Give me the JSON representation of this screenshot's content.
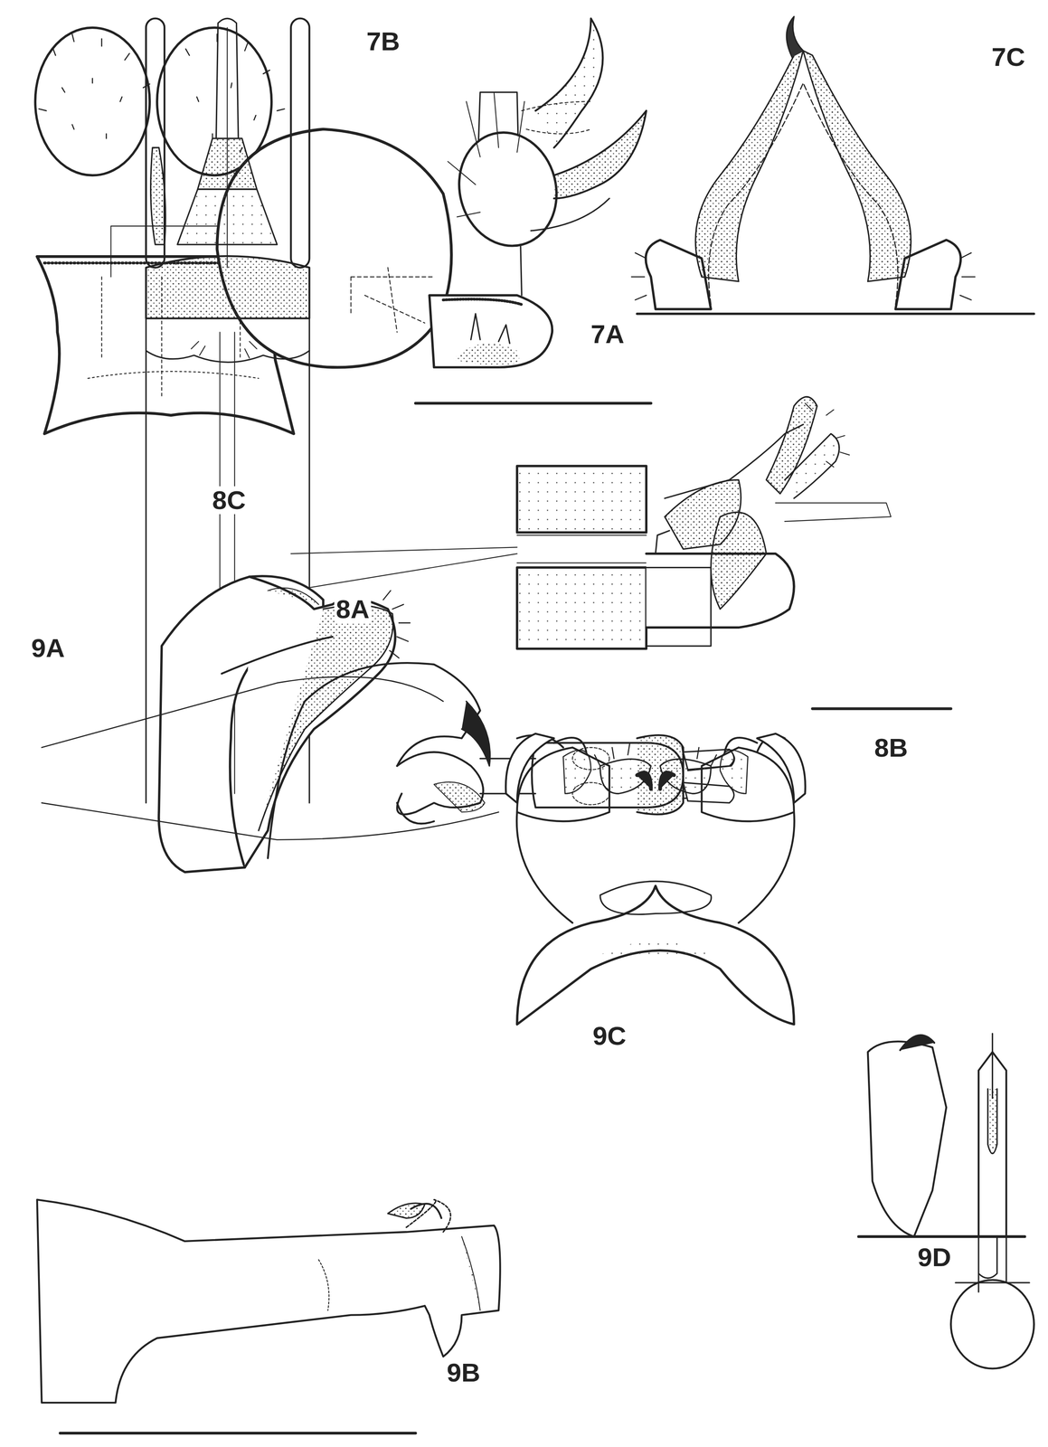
{
  "diagram": {
    "labels": [
      "7B",
      "7A",
      "7C",
      "8C",
      "8A",
      "8B",
      "9A",
      "9C",
      "9D",
      "9B"
    ]
  }
}
